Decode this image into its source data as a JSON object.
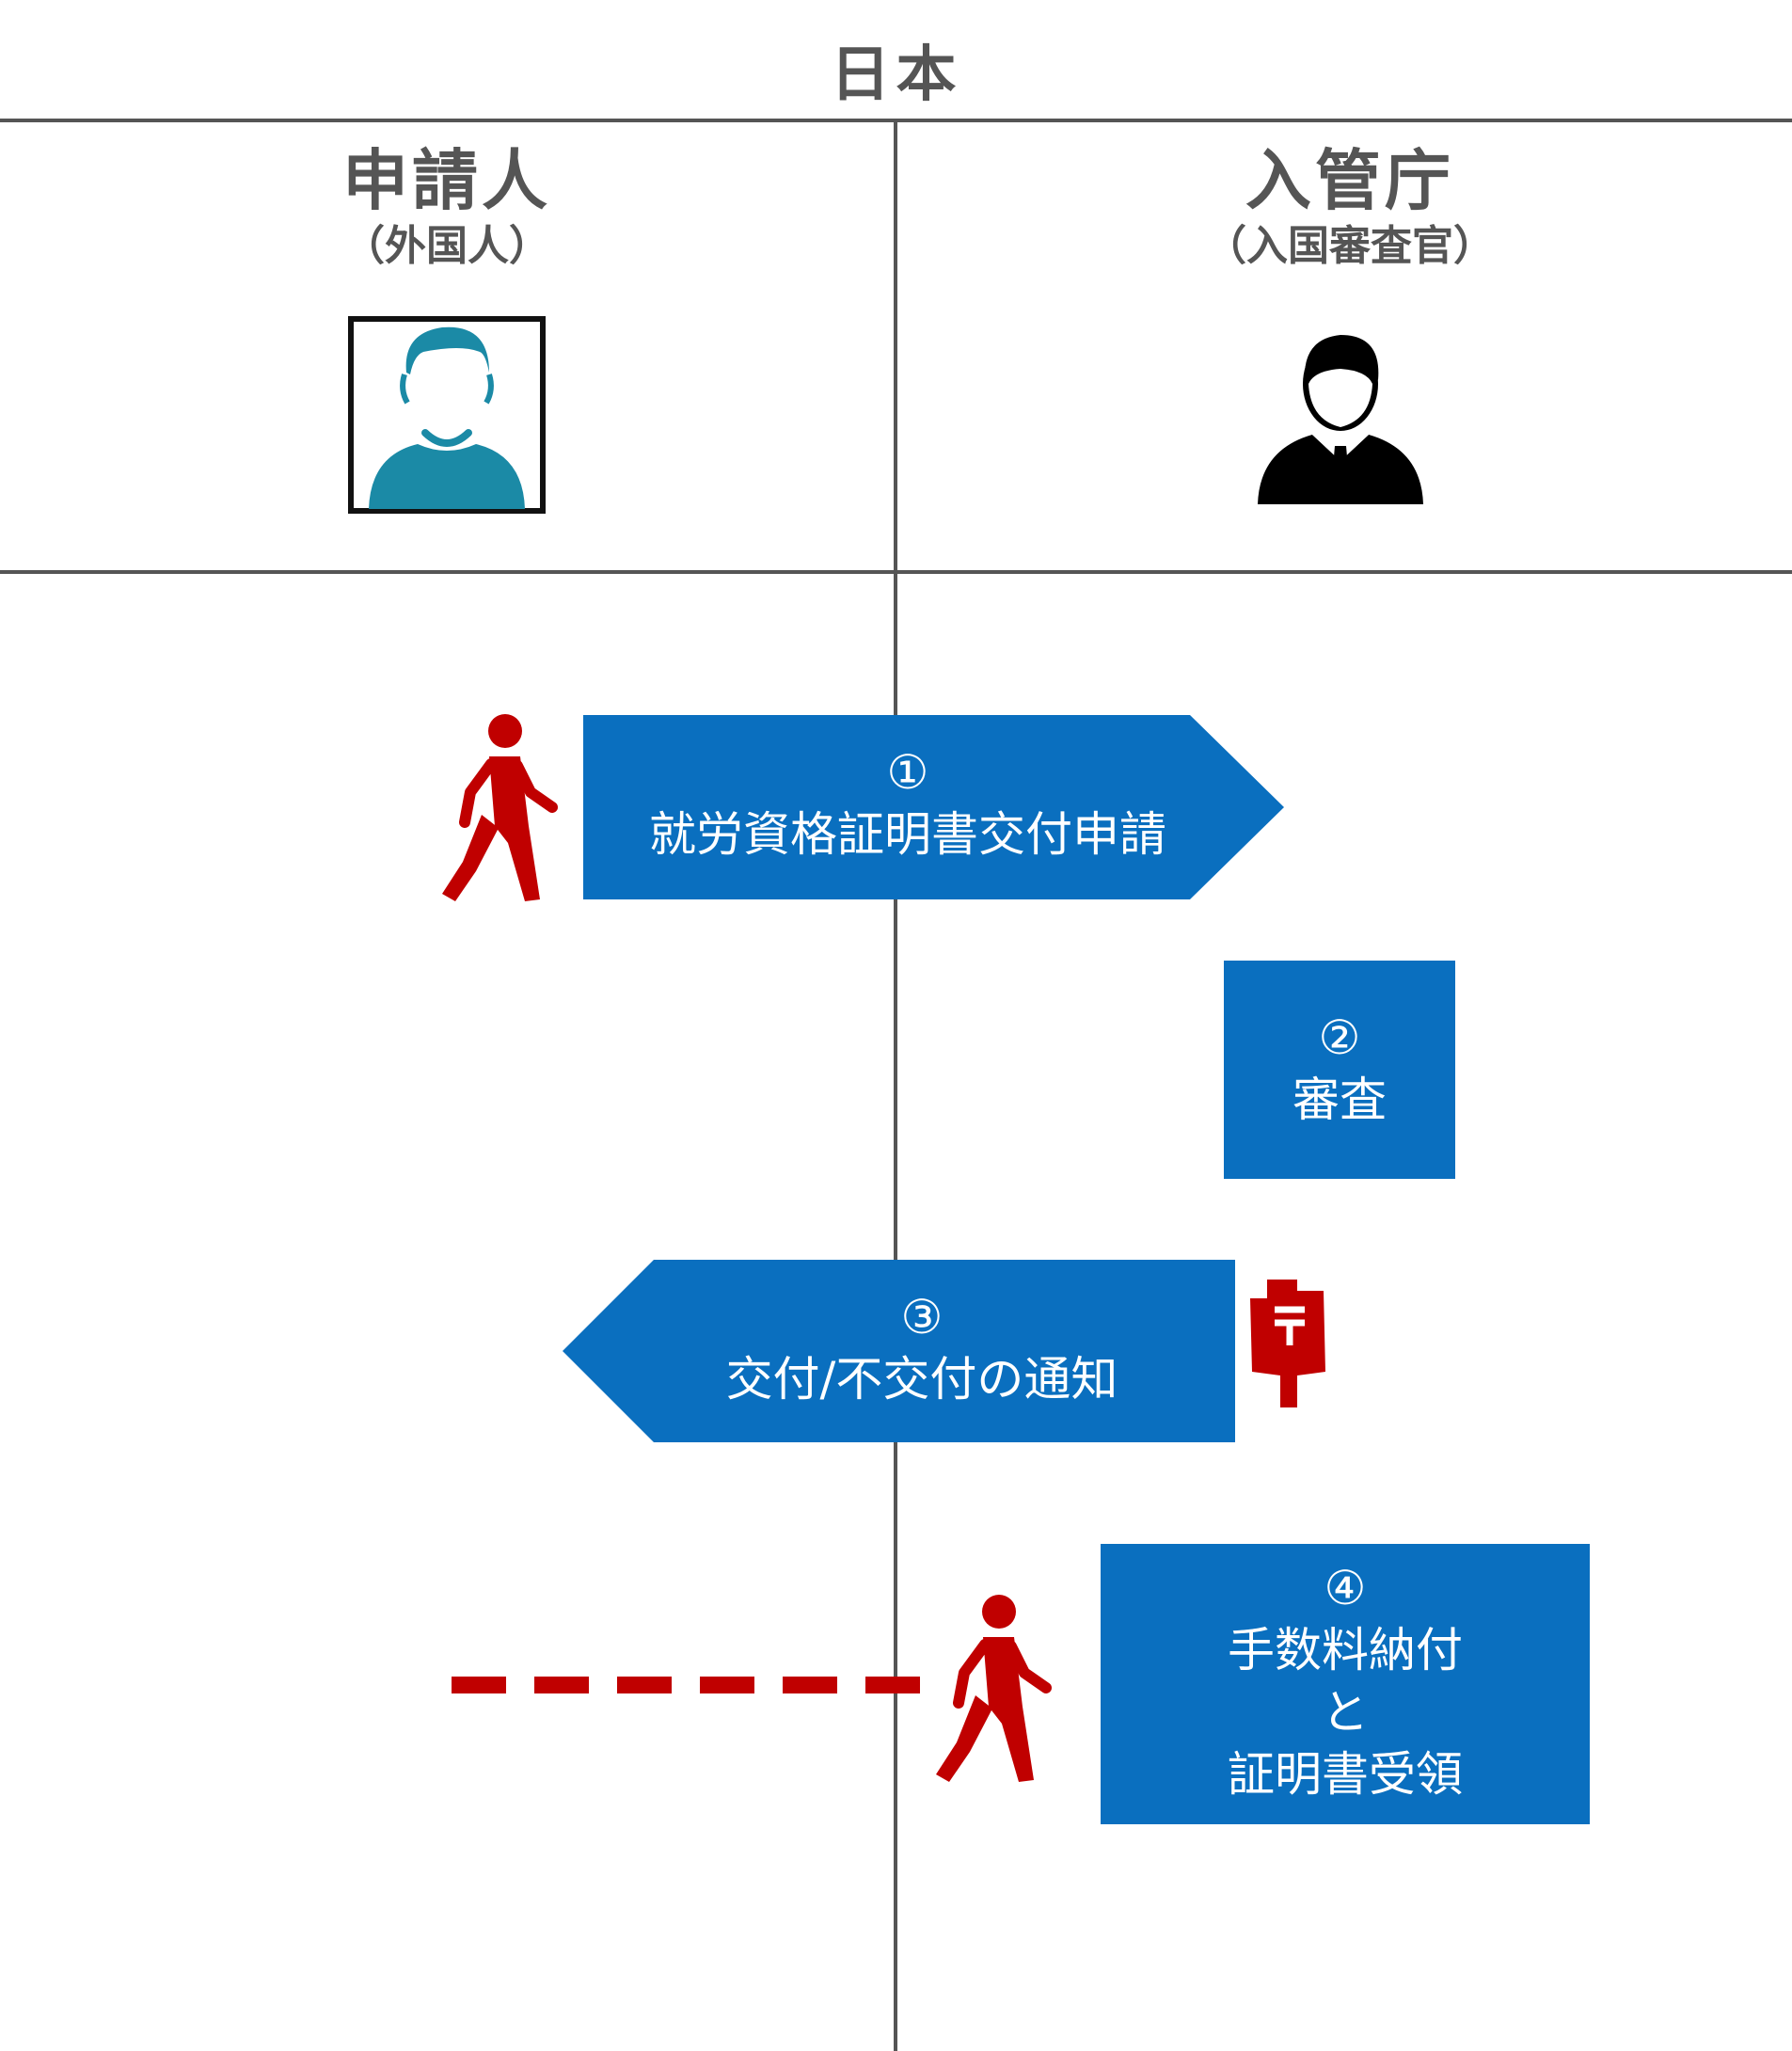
{
  "header": {
    "title": "日本"
  },
  "colors": {
    "box": "#0a6fbf",
    "walker": "#c00000",
    "line": "#555555",
    "avatar": "#1b8aa6"
  },
  "lanes": [
    {
      "name": "申請人",
      "sub": "（外国人）",
      "icon": "foreign-person-avatar-icon"
    },
    {
      "name": "入管庁",
      "sub": "（入国審査官）",
      "icon": "officer-icon"
    }
  ],
  "steps": [
    {
      "num": "①",
      "text": "就労資格証明書交付申請"
    },
    {
      "num": "②",
      "text": "審査"
    },
    {
      "num": "③",
      "text": "交付/不交付の通知"
    },
    {
      "num": "④",
      "line1": "手数料納付",
      "line2": "と",
      "line3": "証明書受領"
    }
  ]
}
